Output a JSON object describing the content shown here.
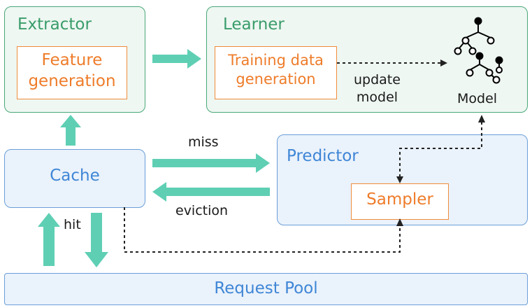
{
  "extractor": {
    "title": "Extractor",
    "feature_line1": "Feature",
    "feature_line2": "generation"
  },
  "learner": {
    "title": "Learner",
    "training_line1": "Training data",
    "training_line2": "generation",
    "update_line1": "update",
    "update_line2": "model",
    "model_label": "Model"
  },
  "cache": {
    "title": "Cache"
  },
  "predictor": {
    "title": "Predictor",
    "sampler": "Sampler"
  },
  "pool": {
    "title": "Request Pool"
  },
  "arrows": {
    "miss": "miss",
    "eviction": "eviction",
    "hit": "hit"
  },
  "colors": {
    "green_border": "#4aa878",
    "blue_border": "#6b9fd8",
    "orange": "#f08c3a",
    "arrow_fill": "#5fcfb4",
    "model_icon": "#000000"
  },
  "icons": {
    "model": "decision-tree-icon"
  }
}
